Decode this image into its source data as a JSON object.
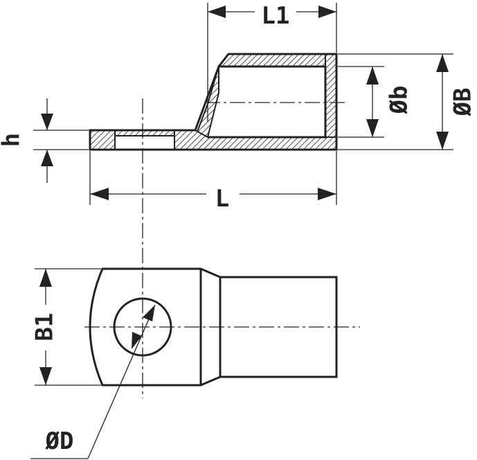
{
  "labels": {
    "L1": "L1",
    "b": "Øb",
    "B": "ØB",
    "h": "h",
    "L": "L",
    "B1": "B1",
    "D": "ØD"
  }
}
